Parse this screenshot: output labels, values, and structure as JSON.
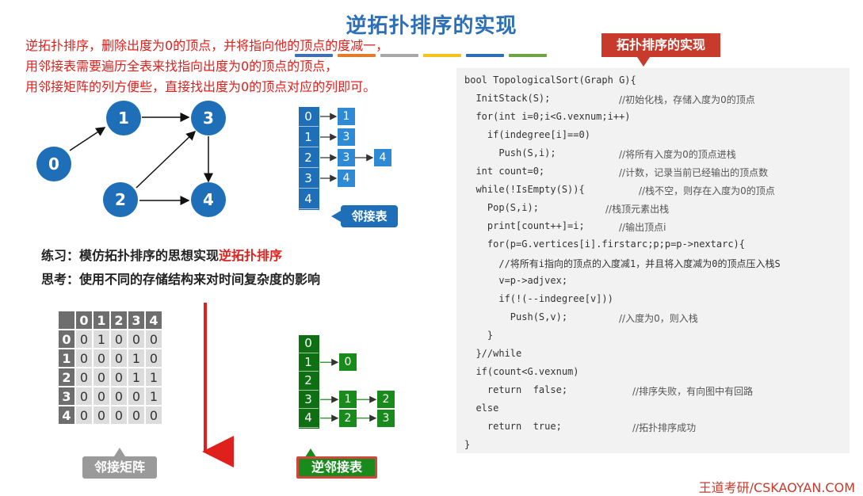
{
  "title": "逆拓扑排序的实现",
  "colors": {
    "accent_blue": "#2d6fb7",
    "accent_red": "#e0201c",
    "node_blue": "#1f6fb8",
    "green": "#198b1c",
    "gray": "#6e6e6e"
  },
  "color_bars": [
    "#3f6fb5",
    "#e37b2b",
    "#a8a8a8",
    "#f3c21b",
    "#2d6fb7",
    "#6ea544"
  ],
  "intro": [
    "逆拓扑排序，删除出度为0的顶点，并将指向他的顶点的度减一，",
    "用邻接表需要遍历全表来找指向出度为0的顶点的顶点，",
    "用邻接矩阵的列方便些，直接找出度为0的顶点对应的列即可。"
  ],
  "implementation_label": "拓扑排序的实现",
  "graph": {
    "nodes": [
      "0",
      "1",
      "2",
      "3",
      "4"
    ]
  },
  "adjacency_list": {
    "label": "邻接表",
    "rows": [
      {
        "vertex": "0",
        "edges": [
          "1"
        ]
      },
      {
        "vertex": "1",
        "edges": [
          "3"
        ]
      },
      {
        "vertex": "2",
        "edges": [
          "3",
          "4"
        ]
      },
      {
        "vertex": "3",
        "edges": [
          "4"
        ]
      },
      {
        "vertex": "4",
        "edges": []
      }
    ]
  },
  "practice": {
    "prefix": "练习：模仿拓扑排序的思想实现",
    "highlight": "逆拓扑排序"
  },
  "think": "思考：使用不同的存储结构来对时间复杂度的影响",
  "matrix": {
    "label": "邻接矩阵",
    "headers": [
      "0",
      "1",
      "2",
      "3",
      "4"
    ],
    "rows": [
      [
        "0",
        "0",
        "1",
        "0",
        "0",
        "0"
      ],
      [
        "1",
        "0",
        "0",
        "0",
        "1",
        "0"
      ],
      [
        "2",
        "0",
        "0",
        "0",
        "1",
        "1"
      ],
      [
        "3",
        "0",
        "0",
        "0",
        "0",
        "1"
      ],
      [
        "4",
        "0",
        "0",
        "0",
        "0",
        "0"
      ]
    ]
  },
  "inverse_list": {
    "label": "逆邻接表",
    "rows": [
      {
        "vertex": "0",
        "edges": []
      },
      {
        "vertex": "1",
        "edges": [
          "0"
        ]
      },
      {
        "vertex": "2",
        "edges": []
      },
      {
        "vertex": "3",
        "edges": [
          "1",
          "2"
        ]
      },
      {
        "vertex": "4",
        "edges": [
          "2",
          "3"
        ]
      }
    ]
  },
  "code": [
    {
      "text": "bool TopologicalSort(Graph G){",
      "comment": ""
    },
    {
      "text": "  InitStack(S);",
      "comment": "//初始化栈，存储入度为0的顶点"
    },
    {
      "text": "  for(int i=0;i<G.vexnum;i++)",
      "comment": ""
    },
    {
      "text": "    if(indegree[i]==0)",
      "comment": ""
    },
    {
      "text": "      Push(S,i);",
      "comment": "//将所有入度为0的顶点进栈"
    },
    {
      "text": "  int count=0;",
      "comment": "//计数，记录当前已经输出的顶点数"
    },
    {
      "text": "  while(!IsEmpty(S)){",
      "comment": "//栈不空，则存在入度为0的顶点"
    },
    {
      "text": "    Pop(S,i);",
      "comment": "//栈顶元素出栈"
    },
    {
      "text": "    print[count++]=i;",
      "comment": "//输出顶点i"
    },
    {
      "text": "    for(p=G.vertices[i].firstarc;p;p=p->nextarc){",
      "comment": ""
    },
    {
      "text": "      //将所有i指向的顶点的入度减1，并且将入度减为0的顶点压入栈S",
      "comment": ""
    },
    {
      "text": "      v=p->adjvex;",
      "comment": ""
    },
    {
      "text": "      if(!(--indegree[v]))",
      "comment": ""
    },
    {
      "text": "        Push(S,v);",
      "comment": "//入度为0，则入栈"
    },
    {
      "text": "    }",
      "comment": ""
    },
    {
      "text": "  }//while",
      "comment": ""
    },
    {
      "text": "  if(count<G.vexnum)",
      "comment": ""
    },
    {
      "text": "    return  false;",
      "comment": "//排序失败，有向图中有回路"
    },
    {
      "text": "  else",
      "comment": ""
    },
    {
      "text": "    return  true;",
      "comment": "//拓扑排序成功"
    },
    {
      "text": "}",
      "comment": ""
    }
  ],
  "footer": "王道考研/CSKAOYAN.COM"
}
